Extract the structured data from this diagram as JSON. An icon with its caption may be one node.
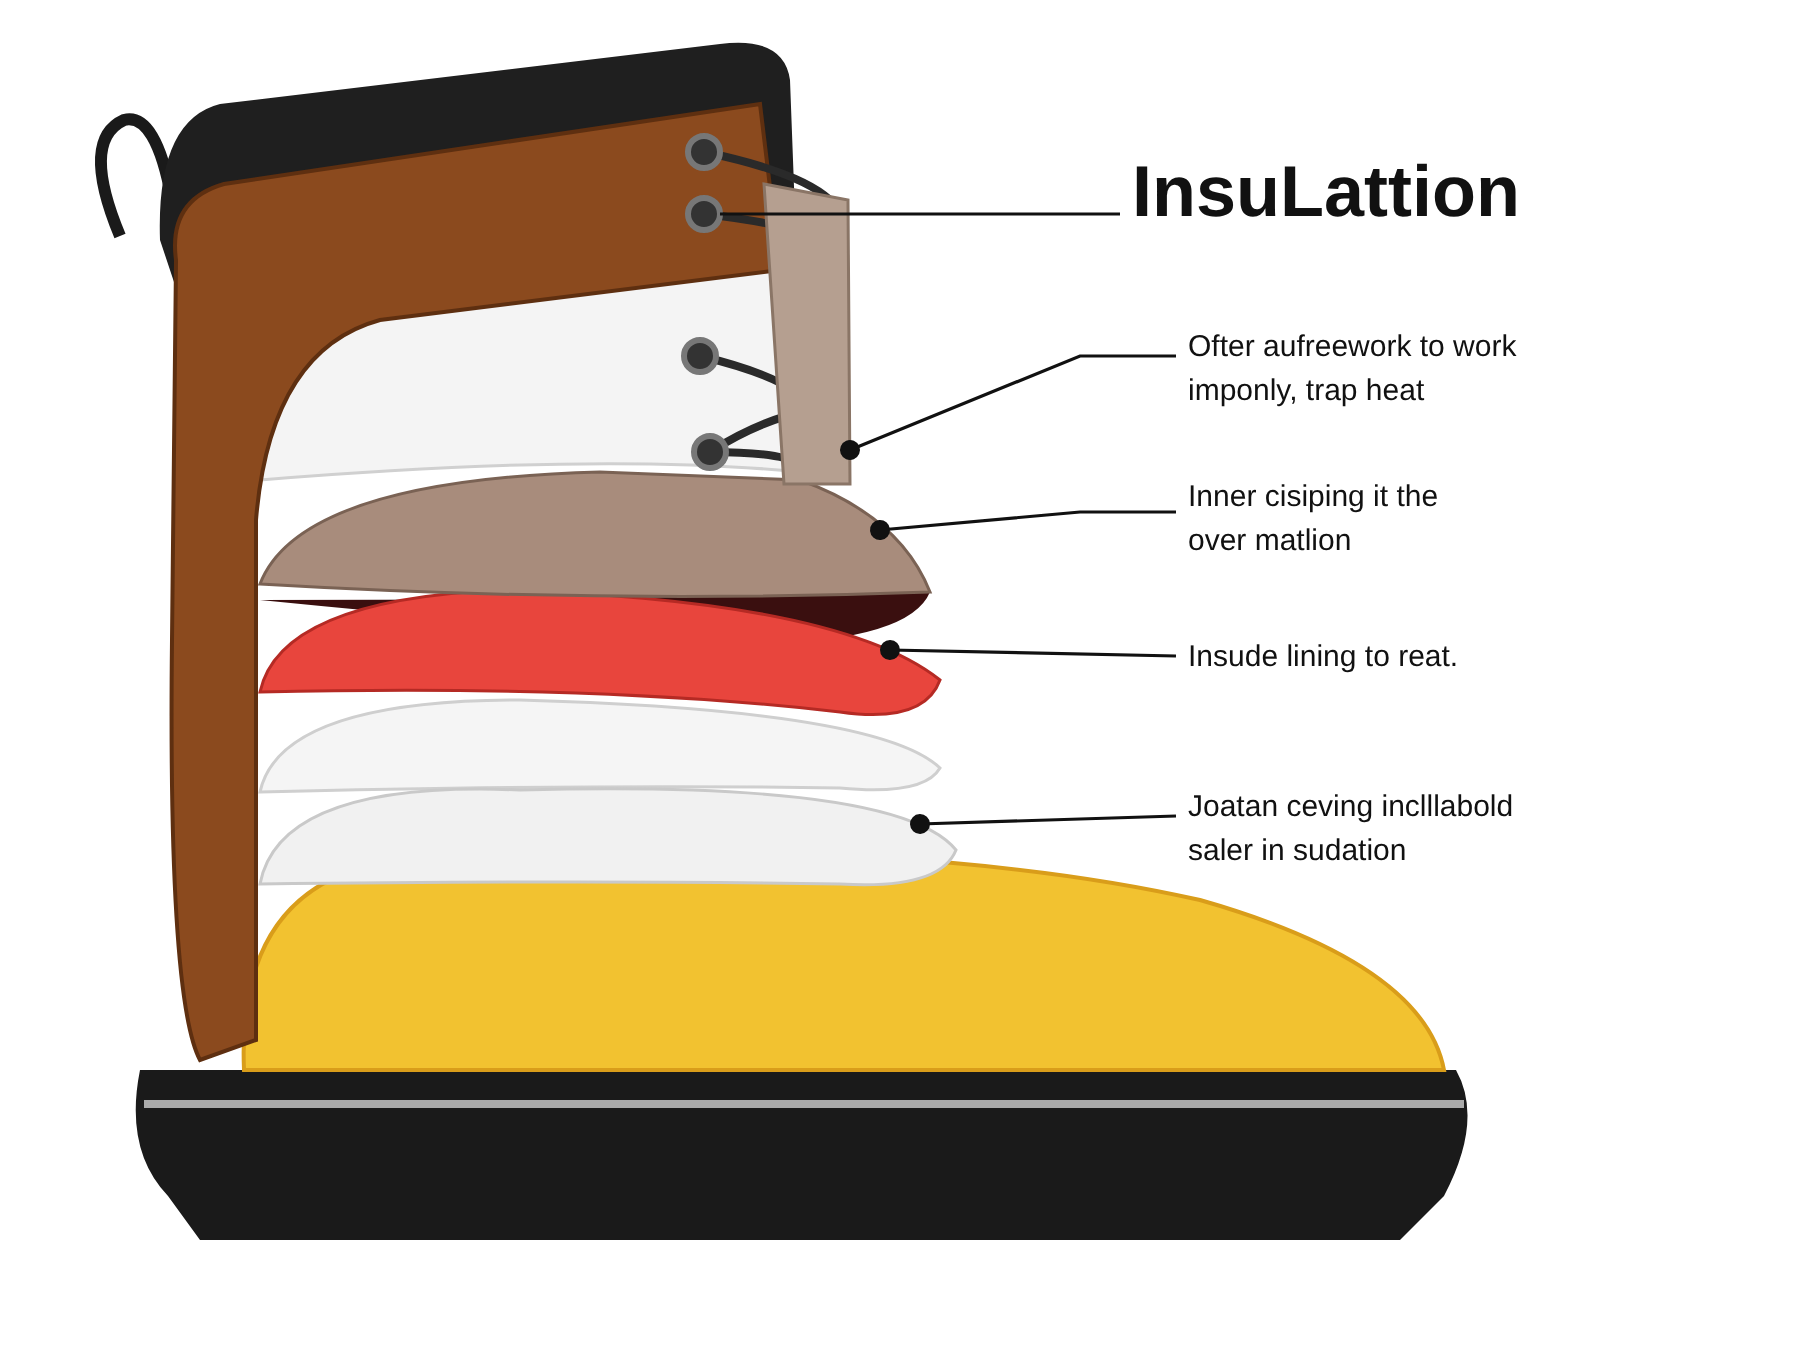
{
  "diagram": {
    "nodes": [
      {
        "text": [
          "InsuLattion"
        ]
      },
      {
        "text": [],
        "shape": "circle"
      },
      {
        "text": [
          "Ofter aufreework to work imponly, trap heat"
        ]
      },
      {
        "text": [],
        "shape": "bar"
      },
      {
        "text": [
          "Inner cisiping it the over matlion"
        ]
      },
      {
        "text": [],
        "shape": "bar"
      },
      {
        "text": [
          "Insude lining to reat."
        ]
      },
      {
        "text": [],
        "shape": "bar"
      },
      {
        "text": [
          "Joatan ceving inclllabold saler in sudation"
        ]
      },
      {
        "text": [],
        "shape": "bar"
      }
    ],
    "edges": [
      {
        "from": 0,
        "to": 1,
        "arrow": "none"
      },
      {
        "from": 2,
        "to": 3,
        "arrow": "other"
      },
      {
        "from": 4,
        "to": 5,
        "arrow": "other"
      },
      {
        "from": 6,
        "to": 7,
        "arrow": "other"
      },
      {
        "from": 8,
        "to": 9,
        "arrow": "other"
      }
    ]
  }
}
